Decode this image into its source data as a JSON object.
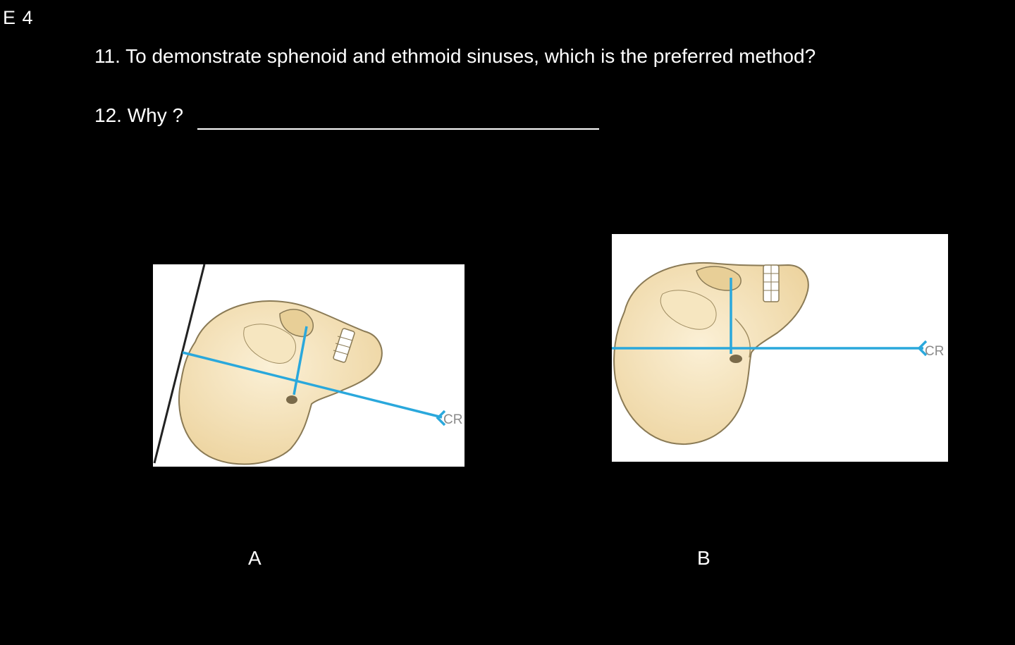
{
  "slide": {
    "label": "E 4"
  },
  "questions": {
    "q11": "11. To demonstrate sphenoid and ethmoid sinuses, which is the preferred method?",
    "q12": "12. Why ?"
  },
  "figures": {
    "a": {
      "caption": "A",
      "cr_label": "CR"
    },
    "b": {
      "caption": "B",
      "cr_label": "CR"
    }
  },
  "colors": {
    "background": "#000000",
    "text": "#ffffff",
    "central_ray": "#2aa8dc",
    "bone": "#f3dfb4",
    "bone_outline": "#7a6a4a"
  }
}
